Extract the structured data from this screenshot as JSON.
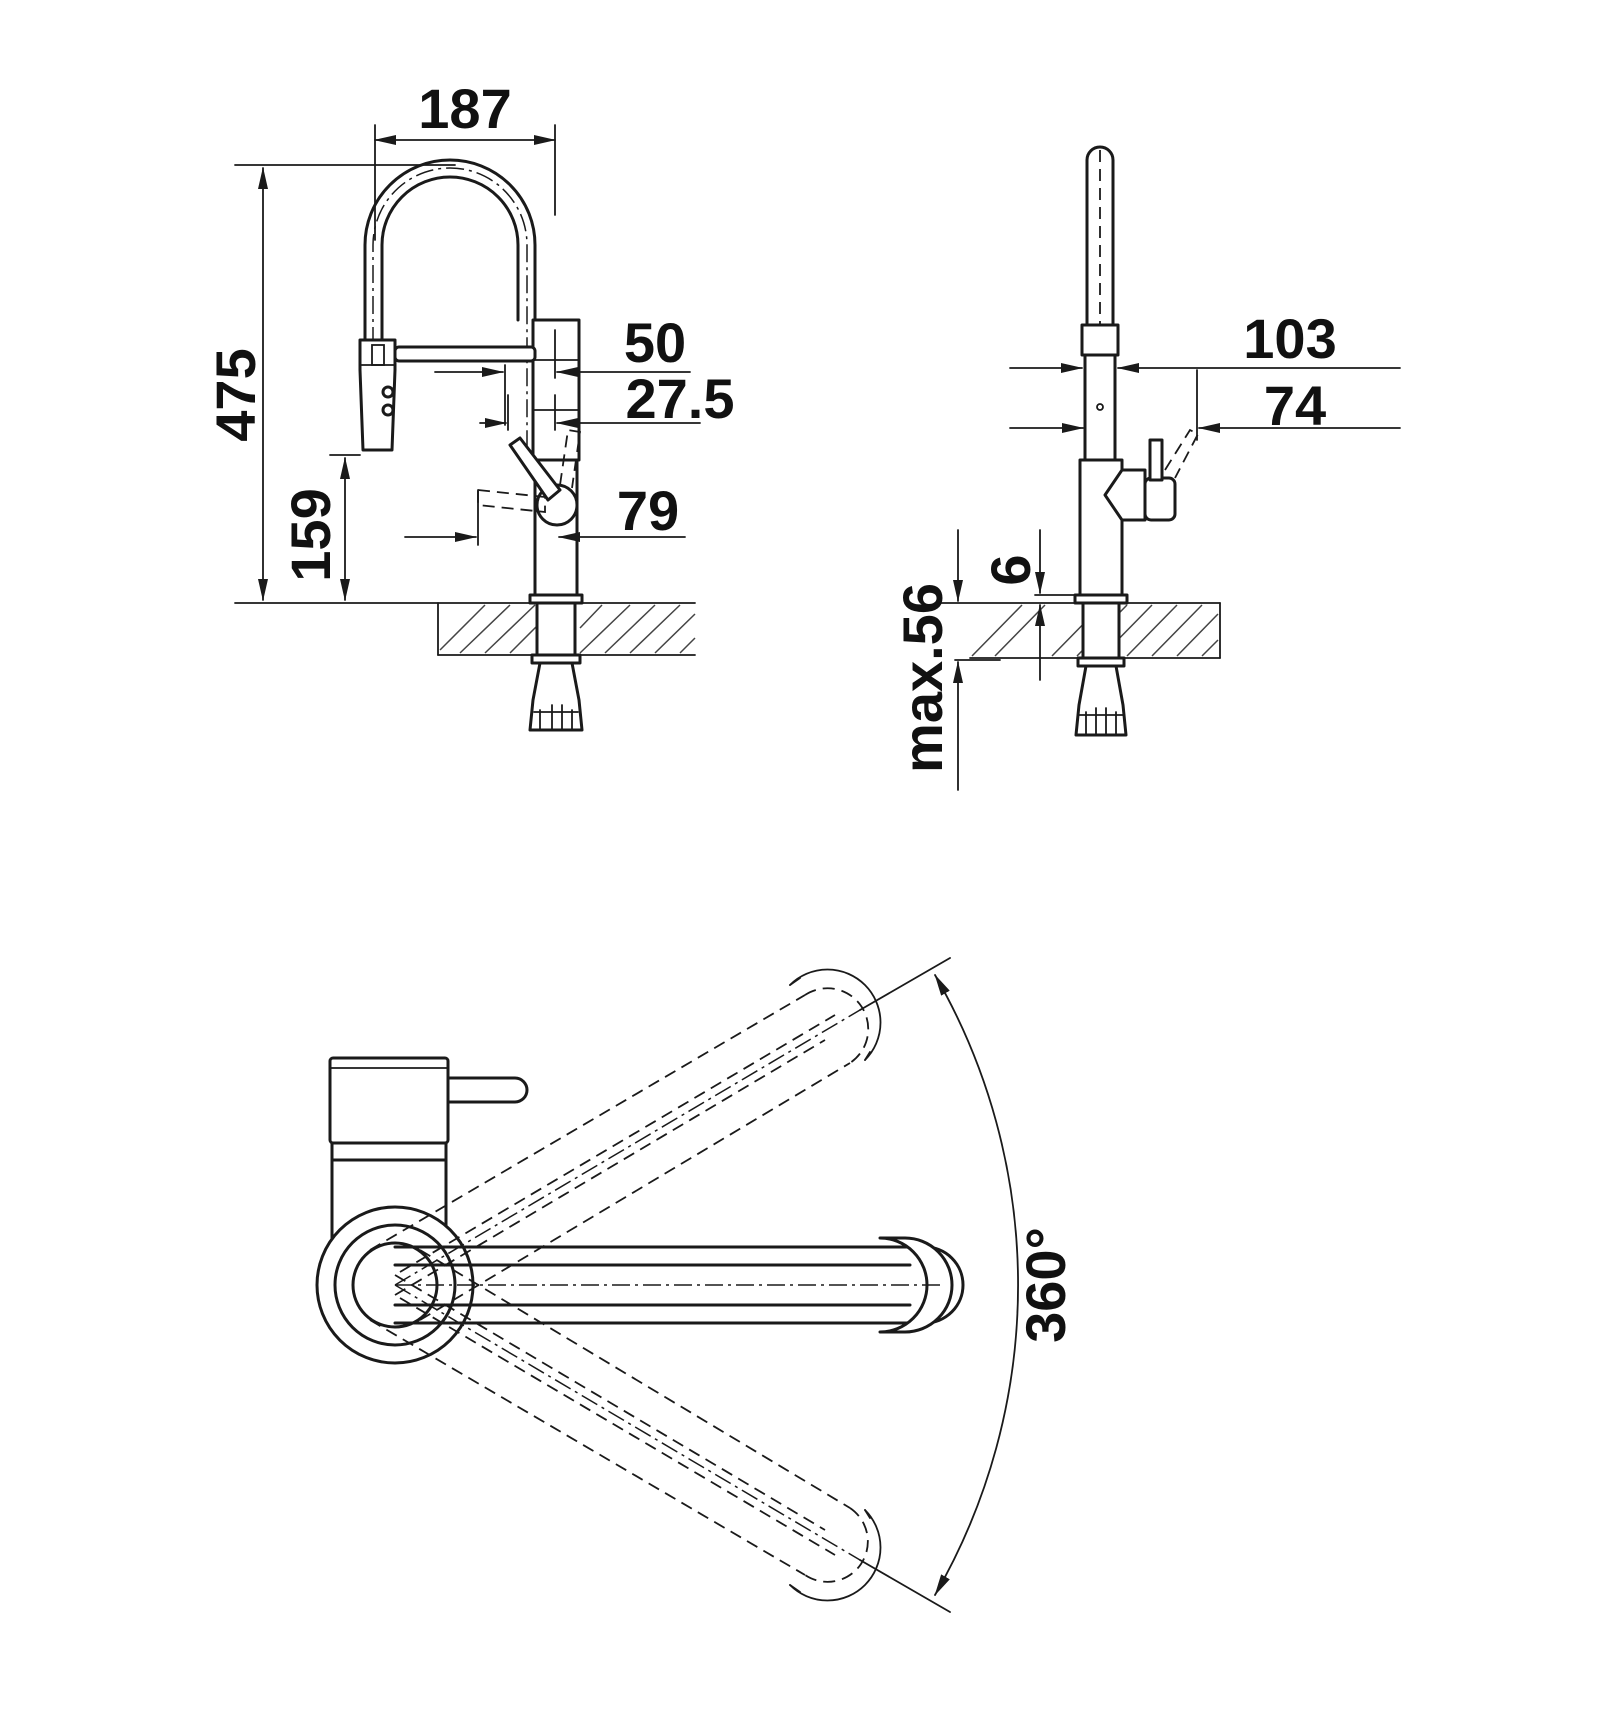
{
  "colors": {
    "line": "#1a1a1a",
    "background": "#ffffff"
  },
  "dimensions": {
    "width_187": "187",
    "height_475": "475",
    "spray_50": "50",
    "offset_27_5": "27.5",
    "lever_79": "79",
    "height_159": "159",
    "side_103": "103",
    "side_74": "74",
    "plate_6": "6",
    "deck_max_56": "max.56",
    "rotation_360": "360°"
  }
}
